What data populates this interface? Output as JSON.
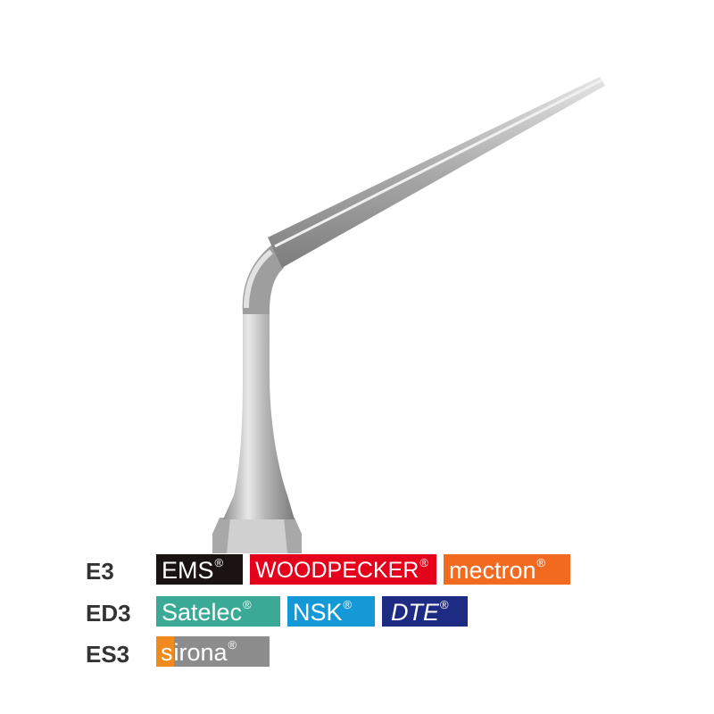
{
  "rows": [
    {
      "code": "E3",
      "brands": [
        {
          "name": "EMS",
          "color": "#1a1311"
        },
        {
          "name": "WOODPECKER",
          "color": "#e5001c"
        },
        {
          "name": "mectron",
          "color": "#f26a20"
        }
      ]
    },
    {
      "code": "ED3",
      "brands": [
        {
          "name": "Satelec",
          "color": "#3aaa96"
        },
        {
          "name": "NSK",
          "color": "#1599d6"
        },
        {
          "name": "DTE",
          "color": "#1d2b83"
        }
      ]
    },
    {
      "code": "ES3",
      "brands": [
        {
          "name_prefix": "s",
          "name_rest": "irona",
          "prefix_color": "#f08a1c",
          "color": "#8c8c8c"
        }
      ]
    }
  ],
  "registered_mark": "®"
}
